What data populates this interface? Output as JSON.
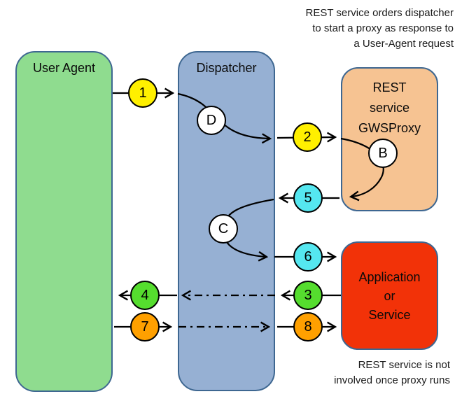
{
  "annotations": {
    "top_right_lines": [
      "REST service orders dispatcher",
      "to start a proxy as response to",
      "a User-Agent request"
    ],
    "bottom_right_lines": [
      "REST service is not",
      "involved once proxy runs"
    ]
  },
  "boxes": {
    "user_agent": {
      "label": "User Agent",
      "fill": "#8FDC8F"
    },
    "dispatcher": {
      "label": "Dispatcher",
      "fill": "#96B0D3"
    },
    "rest_service": {
      "lines": [
        "REST",
        "service",
        "GWSProxy"
      ],
      "fill": "#F6C392"
    },
    "application": {
      "lines": [
        "Application",
        "or",
        "Service"
      ],
      "fill": "#F23208"
    }
  },
  "nodes": [
    {
      "label": "1",
      "color": "#FFF000"
    },
    {
      "label": "2",
      "color": "#FFF000"
    },
    {
      "label": "3",
      "color": "#55DD2E"
    },
    {
      "label": "4",
      "color": "#55DD2E"
    },
    {
      "label": "5",
      "color": "#55E7F0"
    },
    {
      "label": "6",
      "color": "#55E7F0"
    },
    {
      "label": "7",
      "color": "#FFA000"
    },
    {
      "label": "8",
      "color": "#FFA000"
    },
    {
      "label": "B",
      "color": "#FFFFFF"
    },
    {
      "label": "C",
      "color": "#FFFFFF"
    },
    {
      "label": "D",
      "color": "#FFFFFF"
    }
  ],
  "style": {
    "box_border_color": "#3E6791",
    "line_color": "#000000"
  }
}
